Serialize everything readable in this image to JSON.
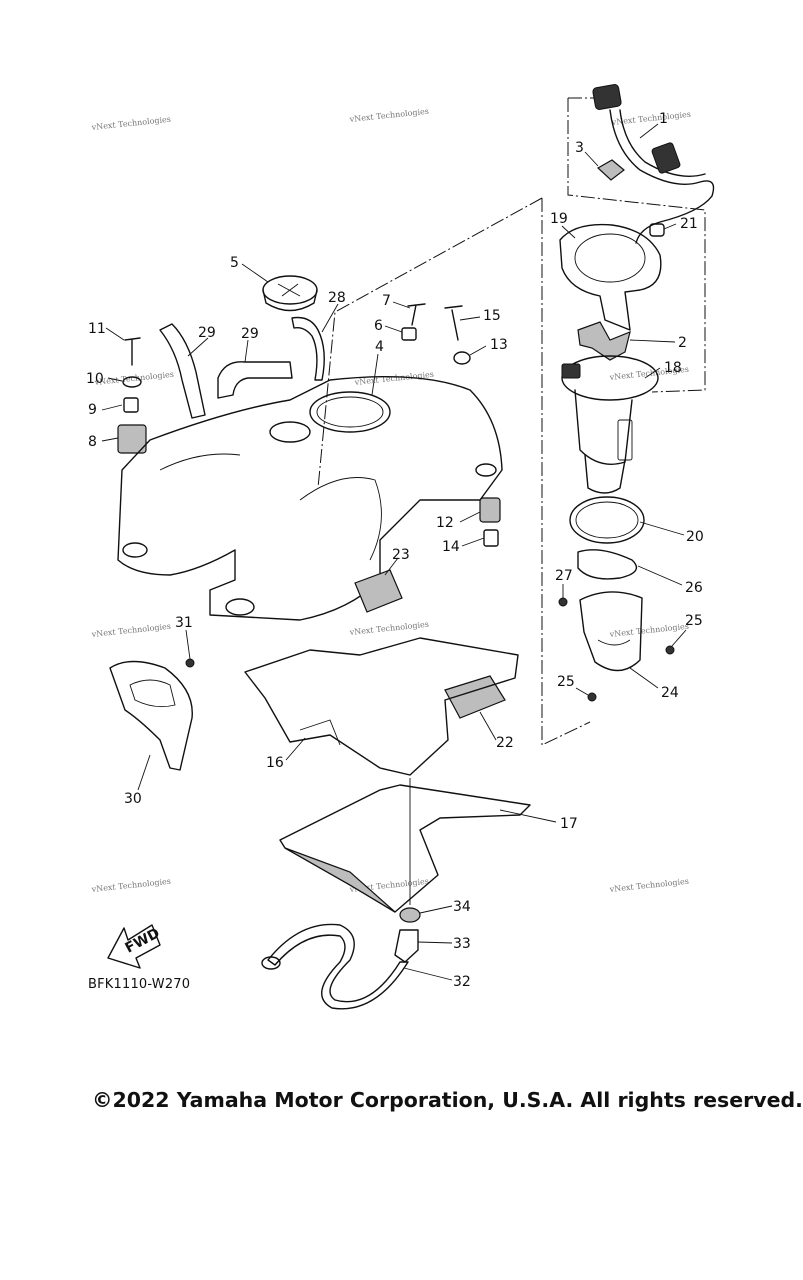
{
  "callouts": [
    "1",
    "2",
    "3",
    "4",
    "5",
    "6",
    "7",
    "8",
    "9",
    "10",
    "11",
    "12",
    "13",
    "14",
    "15",
    "16",
    "17",
    "18",
    "19",
    "20",
    "21",
    "22",
    "23",
    "24",
    "25",
    "25",
    "26",
    "27",
    "28",
    "29",
    "29",
    "30",
    "31",
    "32",
    "33",
    "34"
  ],
  "watermark": "vNext Technologies",
  "fwd_label": "FWD",
  "diagram_code": "BFK1110-W270",
  "copyright": "©2022 Yamaha Motor Corporation, U.S.A. All rights reserved."
}
